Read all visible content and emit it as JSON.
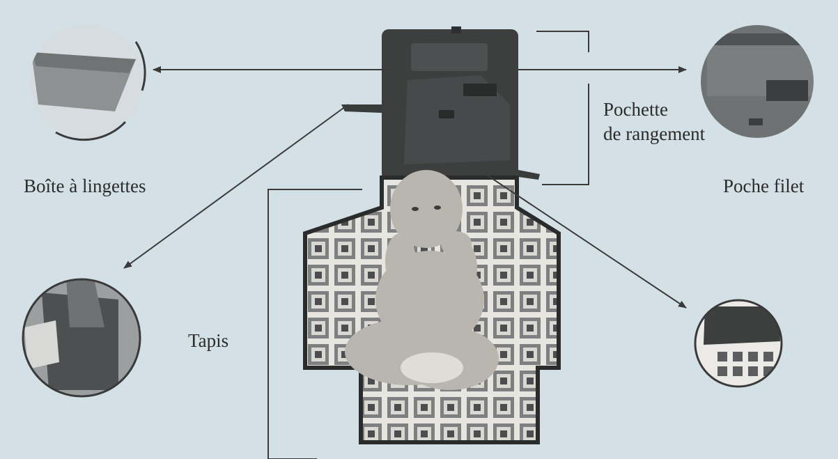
{
  "labels": {
    "wipes_box": "Boîte à lingettes",
    "storage_pouch_line1": "Pochette",
    "storage_pouch_line2": "de rangement",
    "net_pocket": "Poche filet",
    "mat": "Tapis"
  },
  "colors": {
    "background": "#d3e0e6",
    "dark_fabric": "#3d3f3f",
    "pattern_light": "#e7e5e0",
    "pattern_dark": "#4b4d4f",
    "line": "#3a3a3a"
  },
  "icons": [
    "wipes-box-detail-icon",
    "net-pocket-detail-icon",
    "mat-detail-icon",
    "clasp-detail-icon",
    "changing-kit-photo"
  ]
}
